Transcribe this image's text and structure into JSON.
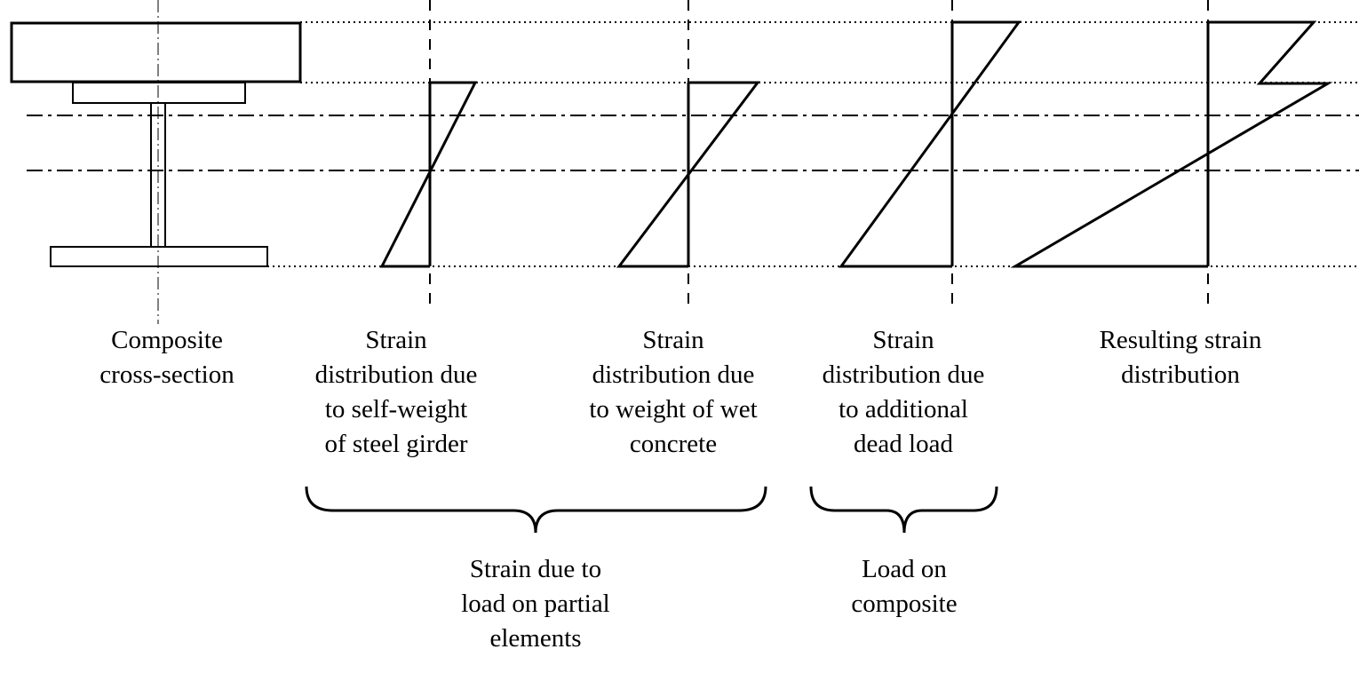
{
  "colors": {
    "ink": "#000000",
    "background": "#ffffff"
  },
  "labels": {
    "cross_section": "Composite\ncross-section",
    "self_weight": "Strain\ndistribution due\nto self-weight\nof steel girder",
    "wet_concrete": "Strain\ndistribution due\nto weight of wet\nconcrete",
    "dead_load": "Strain\ndistribution due\nto additional\ndead load",
    "resulting": "Resulting strain\ndistribution",
    "partial_group": "Strain due to\nload on partial\nelements",
    "composite_group": "Load on\ncomposite"
  }
}
